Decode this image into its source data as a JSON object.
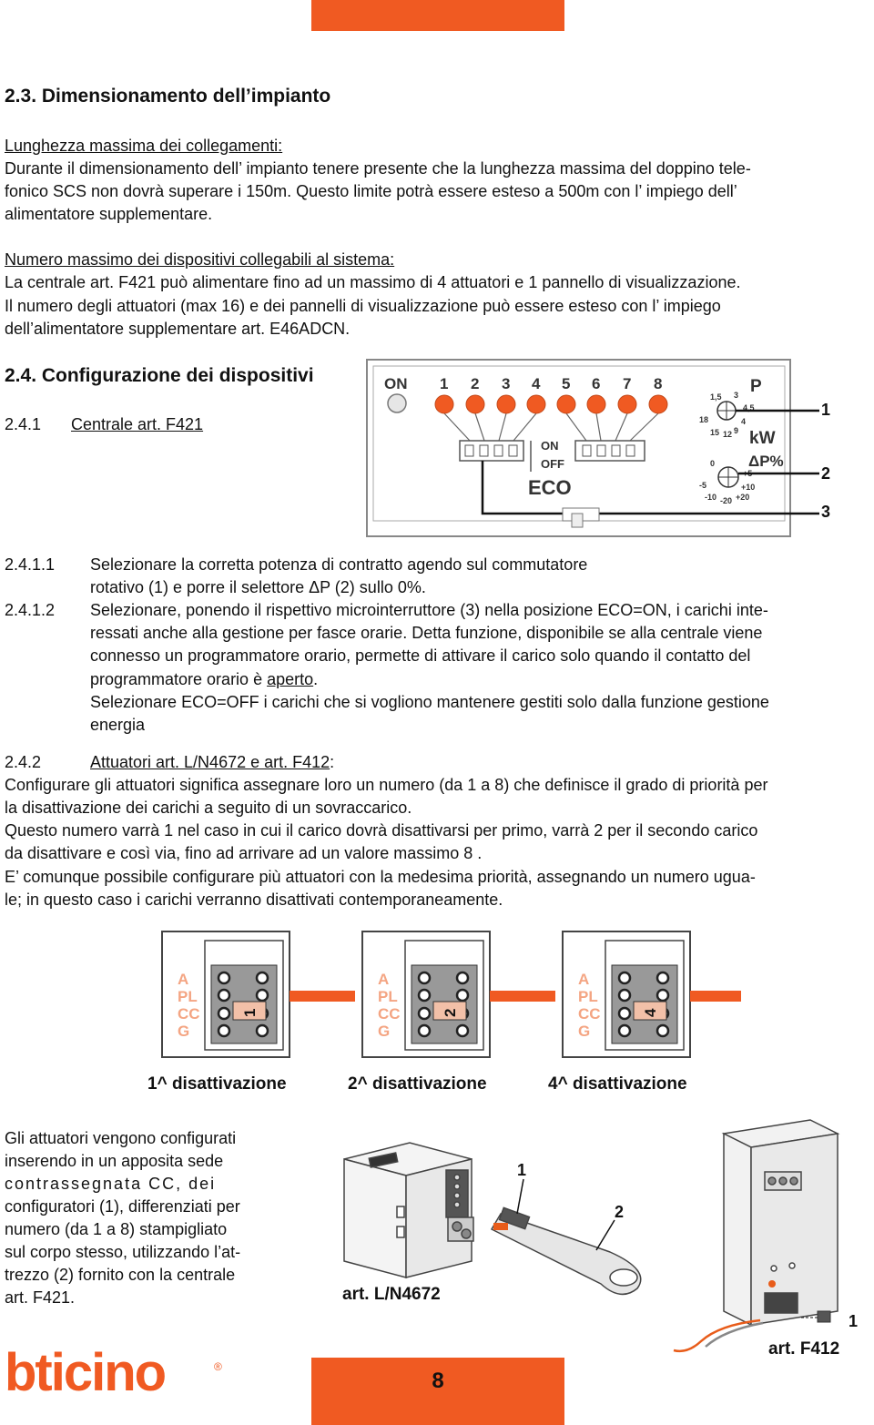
{
  "page_number": "8",
  "brand": {
    "name": "bticino",
    "registered": "®",
    "color": "#f05a22"
  },
  "section_2_3": {
    "heading": "2.3. Dimensionamento dell’impianto",
    "sub1_title": "Lunghezza massima dei collegamenti:",
    "sub1_line1": "Durante il dimensionamento dell’ impianto tenere presente che la lunghezza massima del doppino tele-",
    "sub1_line2": "fonico SCS non dovrà superare i 150m. Questo limite potrà essere esteso a 500m con l’ impiego dell’",
    "sub1_line3": "alimentatore supplementare.",
    "sub2_title": "Numero massimo dei dispositivi collegabili al sistema:",
    "sub2_line1": "La centrale art. F421 può alimentare fino ad un massimo di 4 attuatori e 1 pannello di visualizzazione.",
    "sub2_line2": "Il numero degli attuatori (max 16) e dei pannelli di visualizzazione può essere esteso  con l’ impiego",
    "sub2_line3": "dell’alimentatore supplementare art. E46ADCN."
  },
  "section_2_4": {
    "heading": "2.4. Configurazione dei dispositivi",
    "sub_num": "2.4.1",
    "sub_title": "Centrale art. F421"
  },
  "panel_diagram": {
    "on_label": "ON",
    "switch_numbers": [
      "1",
      "2",
      "3",
      "4",
      "5",
      "6",
      "7",
      "8"
    ],
    "dip_on": "ON",
    "dip_off": "OFF",
    "eco_label": "ECO",
    "p_label": "P",
    "kw_label": "kW",
    "dp_label": "ΔP%",
    "p_dial_ticks": [
      "1,5",
      "3",
      "4,5",
      "4",
      "9",
      "12",
      "15",
      "18"
    ],
    "dp_dial_ticks": [
      "0",
      "+5",
      "+10",
      "+20",
      "-20",
      "-10",
      "-5"
    ],
    "callouts": [
      "1",
      "2",
      "3"
    ]
  },
  "steps": {
    "s1_num": "2.4.1.1",
    "s1_line1": "Selezionare la corretta potenza di contratto agendo sul commutatore",
    "s1_line2": "rotativo (1) e porre il selettore ΔP (2) sullo 0%.",
    "s2_num": "2.4.1.2",
    "s2_line1": "Selezionare, ponendo il rispettivo microinterruttore (3) nella posizione ECO=ON, i carichi inte-",
    "s2_line2": "ressati anche alla gestione per fasce orarie. Detta funzione, disponibile se alla centrale viene",
    "s2_line3": "connesso un programmatore orario, permette di attivare il carico solo quando il contatto del",
    "s2_line4_a": "programmatore orario è ",
    "s2_line4_b": "aperto",
    "s2_line4_c": ".",
    "s2_line5": "Selezionare ECO=OFF i carichi che si vogliono mantenere gestiti solo dalla funzione gestione",
    "s2_line6": "energia"
  },
  "section_2_4_2": {
    "num": "2.4.2",
    "title": "Attuatori art. L/N4672 e art. F412",
    "colon": ":",
    "line1": "Configurare gli attuatori significa assegnare loro un numero (da 1 a 8) che definisce il grado di priorità per",
    "line2": "la disattivazione dei carichi a seguito di un sovraccarico.",
    "line3": "Questo numero varrà 1 nel caso in cui il carico dovrà disattivarsi per primo, varrà 2 per il secondo carico",
    "line4": "da disattivare e così via, fino ad arrivare ad un valore massimo 8 .",
    "line5": "E’ comunque possibile configurare più attuatori con la medesima priorità, assegnando un numero ugua-",
    "line6": "le; in questo caso i carichi verranno disattivati contemporaneamente."
  },
  "actuators": [
    {
      "labels": [
        "A",
        "PL",
        "CC",
        "G"
      ],
      "number": "1",
      "caption": "1^ disattivazione"
    },
    {
      "labels": [
        "A",
        "PL",
        "CC",
        "G"
      ],
      "number": "2",
      "caption": "2^ disattivazione"
    },
    {
      "labels": [
        "A",
        "PL",
        "CC",
        "G"
      ],
      "number": "4",
      "caption": "4^ disattivazione"
    }
  ],
  "bottom_text": [
    "Gli attuatori vengono configurati",
    "inserendo in un apposita sede",
    "contrassegnata CC, dei",
    "configuratori (1), differenziati per",
    "numero (da 1 a 8) stampigliato",
    "sul corpo stesso, utilizzando l’at-",
    "trezzo (2) fornito con la centrale",
    "art. F421."
  ],
  "device_labels": {
    "ln4672": "art. L/N4672",
    "f412": "art. F412",
    "callout_1": "1",
    "callout_2": "2",
    "callout_1b": "1"
  }
}
